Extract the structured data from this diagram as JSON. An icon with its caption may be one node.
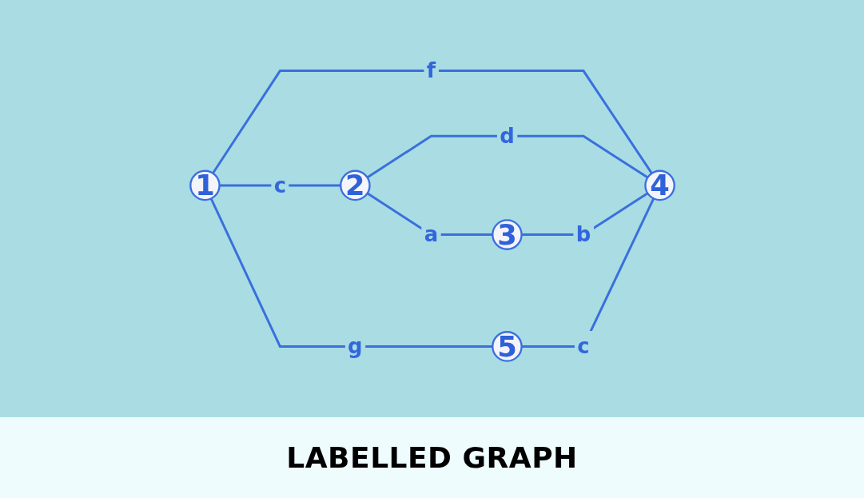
{
  "diagram": {
    "caption": "LABELLED GRAPH",
    "nodes": [
      {
        "text": [
          "1"
        ]
      },
      {
        "text": [
          "2"
        ]
      },
      {
        "text": [
          "3"
        ]
      },
      {
        "text": [
          "4"
        ]
      },
      {
        "text": [
          "5"
        ]
      }
    ],
    "edges": [
      {
        "from": 0,
        "to": 1,
        "arrow": "none",
        "label": "c"
      },
      {
        "from": 1,
        "to": 2,
        "arrow": "none",
        "label": "a"
      },
      {
        "from": 0,
        "to": 4,
        "arrow": "none",
        "label": "g"
      },
      {
        "from": 0,
        "to": 3,
        "arrow": "none",
        "label": "f"
      },
      {
        "from": 1,
        "to": 3,
        "arrow": "none",
        "label": "d"
      },
      {
        "from": 2,
        "to": 3,
        "arrow": "none",
        "label": "b"
      },
      {
        "from": 4,
        "to": 3,
        "arrow": "none",
        "label": "c"
      }
    ]
  }
}
